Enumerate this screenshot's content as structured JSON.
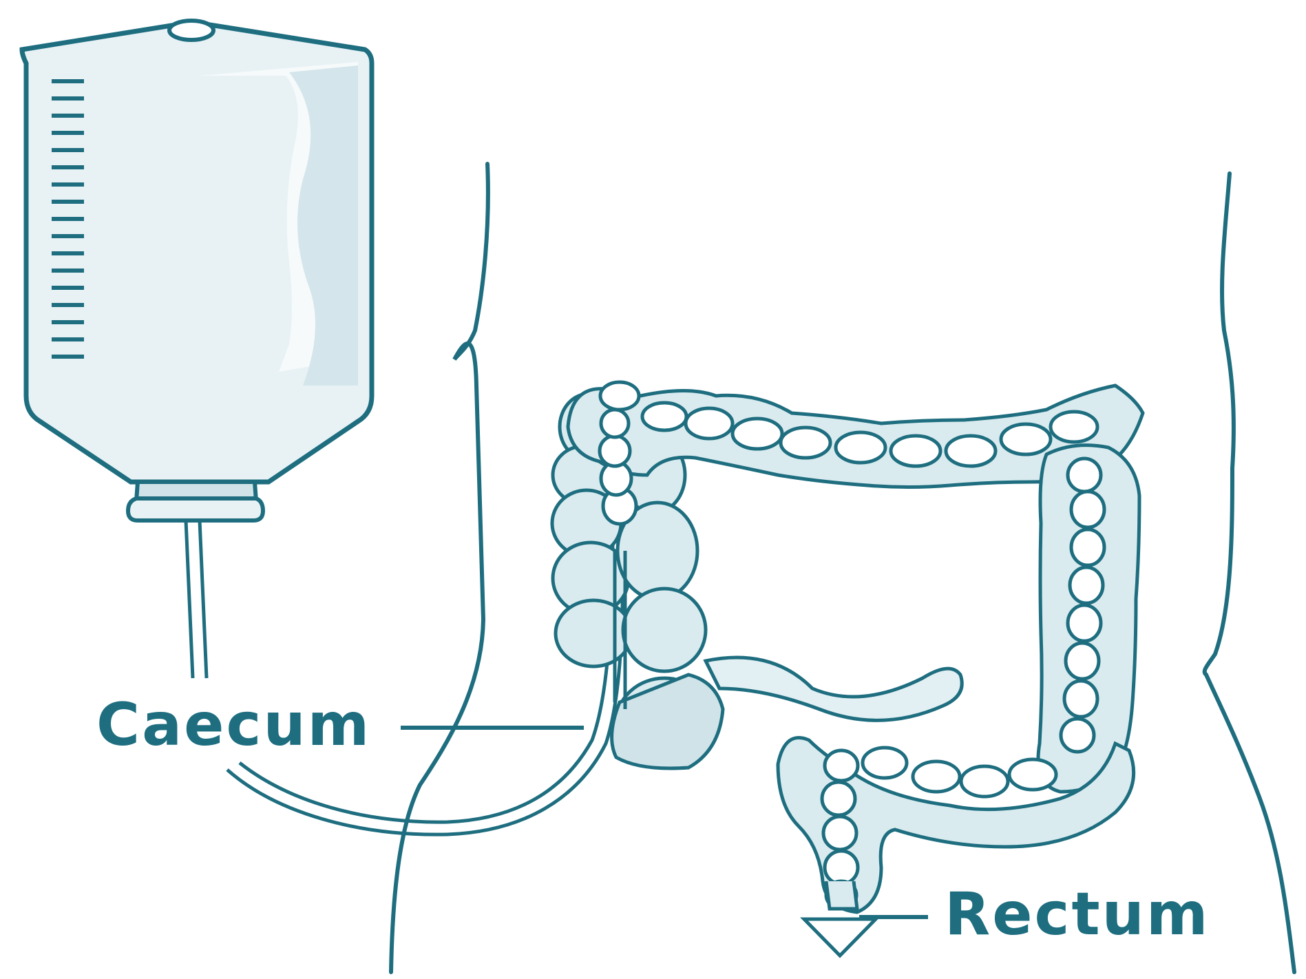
{
  "labels": {
    "caecum": "Caecum",
    "rectum": "Rectum"
  },
  "colors": {
    "line": "#1e6e80",
    "fill": "#d9ebef",
    "fill_light": "#ecf5f7",
    "text": "#1e6e80"
  },
  "bag": {
    "graduation_marks": 17
  }
}
